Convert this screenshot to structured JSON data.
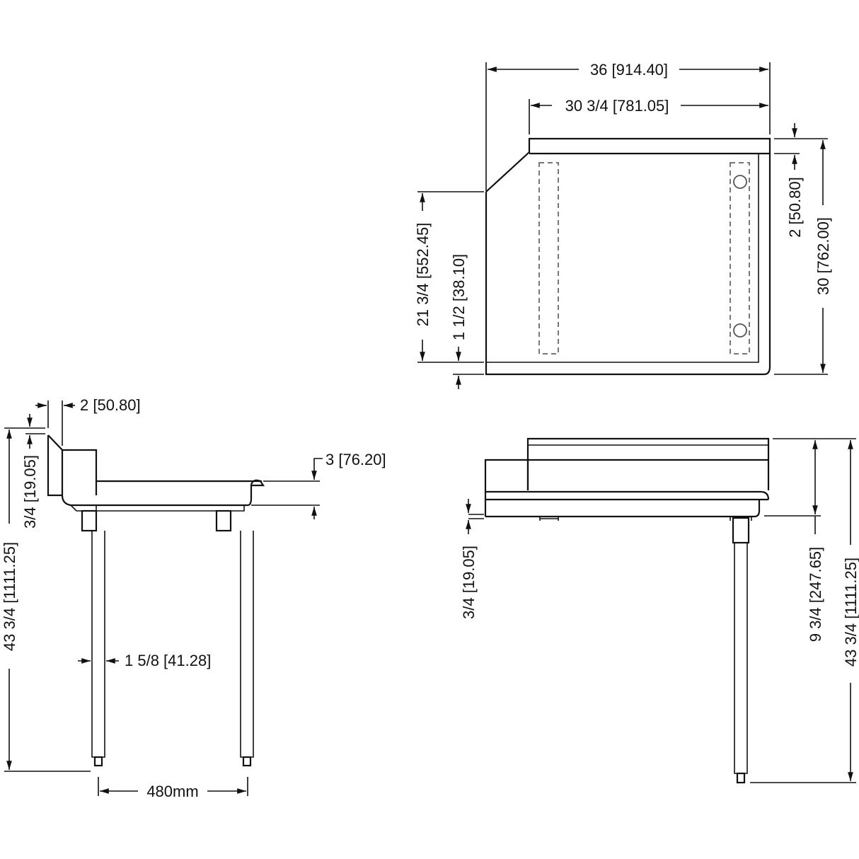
{
  "drawing": {
    "type": "technical dimension drawing",
    "subject": "left-hand clean dishtable with backsplash",
    "units": "inches [millimeters]",
    "line_color": "#111111",
    "background": "#ffffff"
  },
  "top_view": {
    "dims": {
      "overall_width": "36 [914.40]",
      "straight_width": "30 3/4 [781.05]",
      "overall_depth": "30 [762.00]",
      "backsplash_depth": "2 [50.80]",
      "angled_edge_depth": "21 3/4 [552.45]",
      "front_rim": "1 1/2 [38.10]"
    }
  },
  "side_view": {
    "dims": {
      "splash_offset": "2 [50.80]",
      "splash_tip": "3/4 [19.05]",
      "overall_height": "43 3/4 [1111.25]",
      "rim_height": "3 [76.20]",
      "leg_diameter": "1 5/8 [41.28]",
      "leg_spacing": "480mm"
    }
  },
  "front_view": {
    "dims": {
      "bottom_lip": "3/4 [19.05]",
      "backsplash_height": "9 3/4 [247.65]",
      "overall_height": "43 3/4 [1111.25]"
    }
  }
}
